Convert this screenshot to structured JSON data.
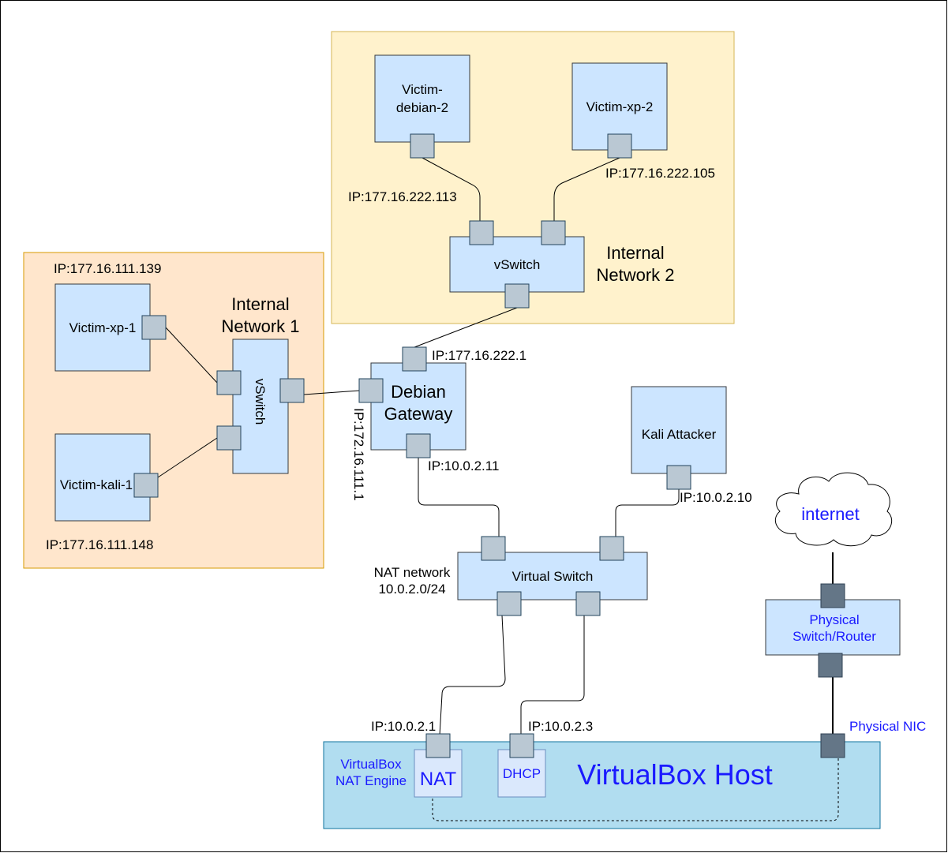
{
  "network2": {
    "title_line1": "Internal",
    "title_line2": "Network 2",
    "debian_line1": "Victim-",
    "debian_line2": "debian-2",
    "xp": "Victim-xp-2",
    "vswitch": "vSwitch",
    "ip_debian": "IP:177.16.222.113",
    "ip_xp": "IP:177.16.222.105"
  },
  "network1": {
    "title_line1": "Internal",
    "title_line2": "Network 1",
    "xp": "Victim-xp-1",
    "kali": "Victim-kali-1",
    "vswitch": "vSwitch",
    "ip_xp": "IP:177.16.111.139",
    "ip_kali": "IP:177.16.111.148"
  },
  "gateway": {
    "line1": "Debian",
    "line2": "Gateway",
    "ip_top": "IP:177.16.222.1",
    "ip_left": "IP:172.16.111.1",
    "ip_bottom": "IP:10.0.2.11"
  },
  "attacker": {
    "label": "Kali Attacker",
    "ip": "IP:10.0.2.10"
  },
  "nat_network": {
    "switch": "Virtual Switch",
    "label_line1": "NAT network",
    "label_line2": "10.0.2.0/24"
  },
  "internet": {
    "label": "internet"
  },
  "physical": {
    "switch_line1": "Physical",
    "switch_line2": "Switch/Router",
    "nic": "Physical NIC"
  },
  "host": {
    "title": "VirtualBox Host",
    "nat_engine_line1": "VirtualBox",
    "nat_engine_line2": "NAT Engine",
    "nat": "NAT",
    "dhcp": "DHCP",
    "ip_nat": "IP:10.0.2.1",
    "ip_dhcp": "IP:10.0.2.3"
  },
  "colors": {
    "internal2_bg": "#fff2cc",
    "internal2_border": "#d6b656",
    "internal1_bg": "#ffe6cc",
    "internal1_border": "#d79b00",
    "node_fill": "#cce5ff",
    "host_fill": "#b1ddf0",
    "label_blue": "#1a1aff"
  }
}
